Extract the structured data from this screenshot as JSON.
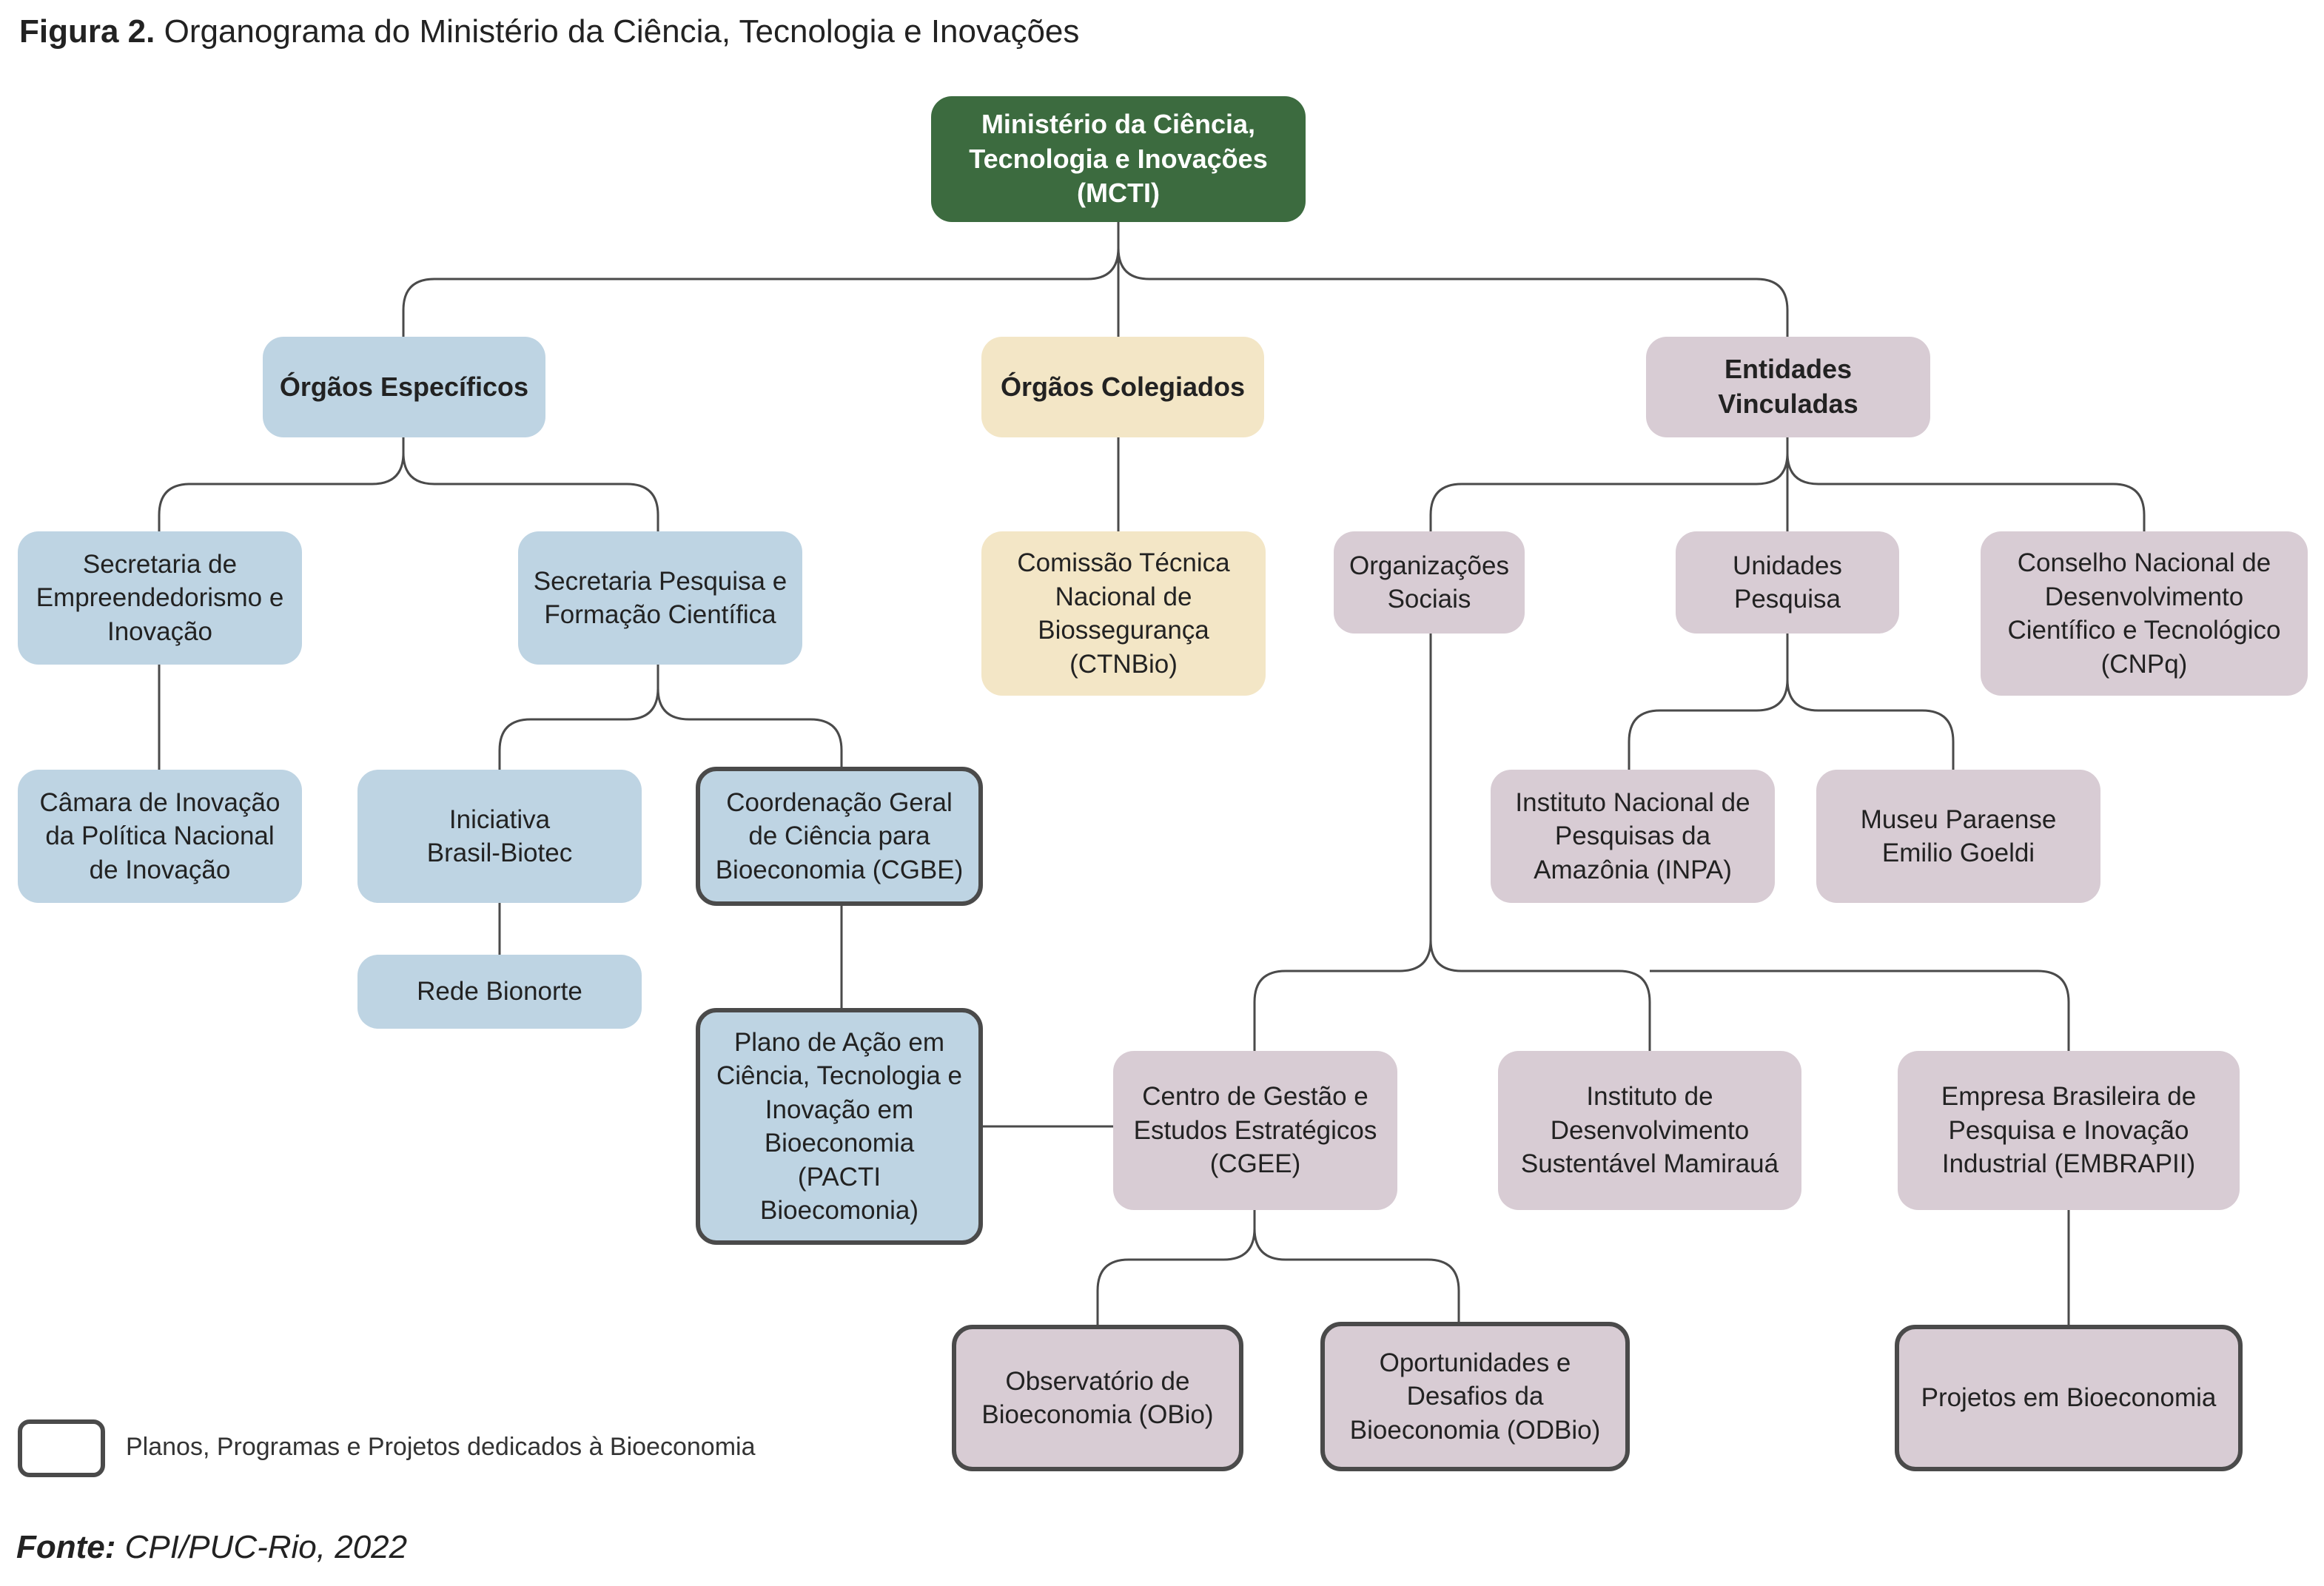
{
  "caption": {
    "label": "Figura 2.",
    "text": " Organograma do Ministério da Ciência, Tecnologia e Inovações"
  },
  "nodes": {
    "mcti": "Ministério da Ciência,\nTecnologia e Inovações\n(MCTI)",
    "orgaos_especificos": "Órgãos Específicos",
    "orgaos_colegiados": "Órgãos Colegiados",
    "entidades_vinculadas": "Entidades\nVinculadas",
    "sec_empreendedorismo": "Secretaria de\nEmpreendedorismo e\nInovação",
    "sec_pesquisa": "Secretaria Pesquisa e\nFormação Científica",
    "ctnbio": "Comissão Técnica\nNacional de\nBiossegurança\n(CTNBio)",
    "organizacoes_sociais": "Organizações\nSociais",
    "unidades_pesquisa": "Unidades\nPesquisa",
    "cnpq": "Conselho Nacional de\nDesenvolvimento\nCientífico e Tecnológico\n(CNPq)",
    "camara_inovacao": "Câmara de Inovação\nda Política Nacional\nde Inovação",
    "iniciativa_biotec": "Iniciativa\nBrasil-Biotec",
    "cgbe": "Coordenação Geral\nde Ciência para\nBioeconomia (CGBE)",
    "inpa": "Instituto Nacional de\nPesquisas da\nAmazônia (INPA)",
    "museu_goeldi": "Museu Paraense\nEmilio Goeldi",
    "rede_bionorte": "Rede Bionorte",
    "pacti": "Plano de Ação em\nCiência, Tecnologia e\nInovação em\nBioeconomia\n(PACTI\nBioecomonia)",
    "cgee": "Centro de Gestão e\nEstudos Estratégicos\n(CGEE)",
    "mamiraua": "Instituto de\nDesenvolvimento\nSustentável Mamirauá",
    "embrapii": "Empresa Brasileira de\nPesquisa e Inovação\nIndustrial (EMBRAPII)",
    "obio": "Observatório de\nBioeconomia (OBio)",
    "odbio": "Oportunidades e\nDesafios da\nBioeconomia (ODBio)",
    "projetos_bioeconomia": "Projetos em Bioeconomia"
  },
  "legend": {
    "text": "Planos, Programas e Projetos dedicados à Bioeconomia"
  },
  "source": {
    "label": "Fonte:",
    "text": " CPI/PUC-Rio, 2022"
  },
  "colors": {
    "root": "#3c6b3f",
    "orgaos_especificos": "#bed4e3",
    "orgaos_colegiados": "#f3e6c6",
    "entidades_vinculadas": "#d8ccd4",
    "connector": "#4a4a4a"
  }
}
